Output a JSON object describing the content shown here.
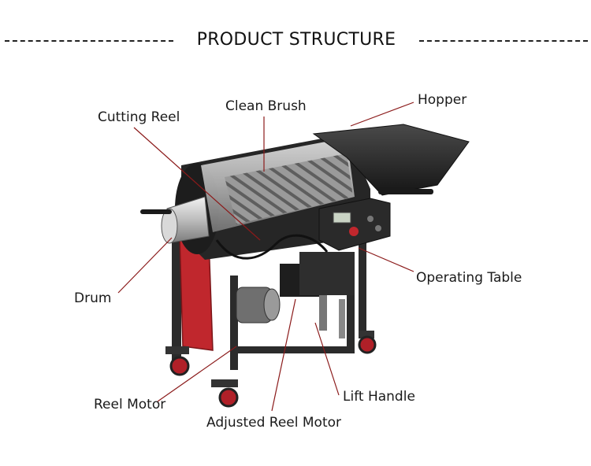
{
  "title": "PRODUCT STRUCTURE",
  "colors": {
    "leader_line": "#8b1a1a",
    "frame": "#2b2b2b",
    "accent_red": "#c0272d",
    "steel": "#b9b9b9"
  },
  "labels": {
    "cutting_reel": "Cutting Reel",
    "clean_brush": "Clean Brush",
    "hopper": "Hopper",
    "drum": "Drum",
    "operating_table": "Operating Table",
    "reel_motor": "Reel Motor",
    "lift_handle": "Lift Handle",
    "adjusted_reel_motor": "Adjusted Reel Motor"
  }
}
